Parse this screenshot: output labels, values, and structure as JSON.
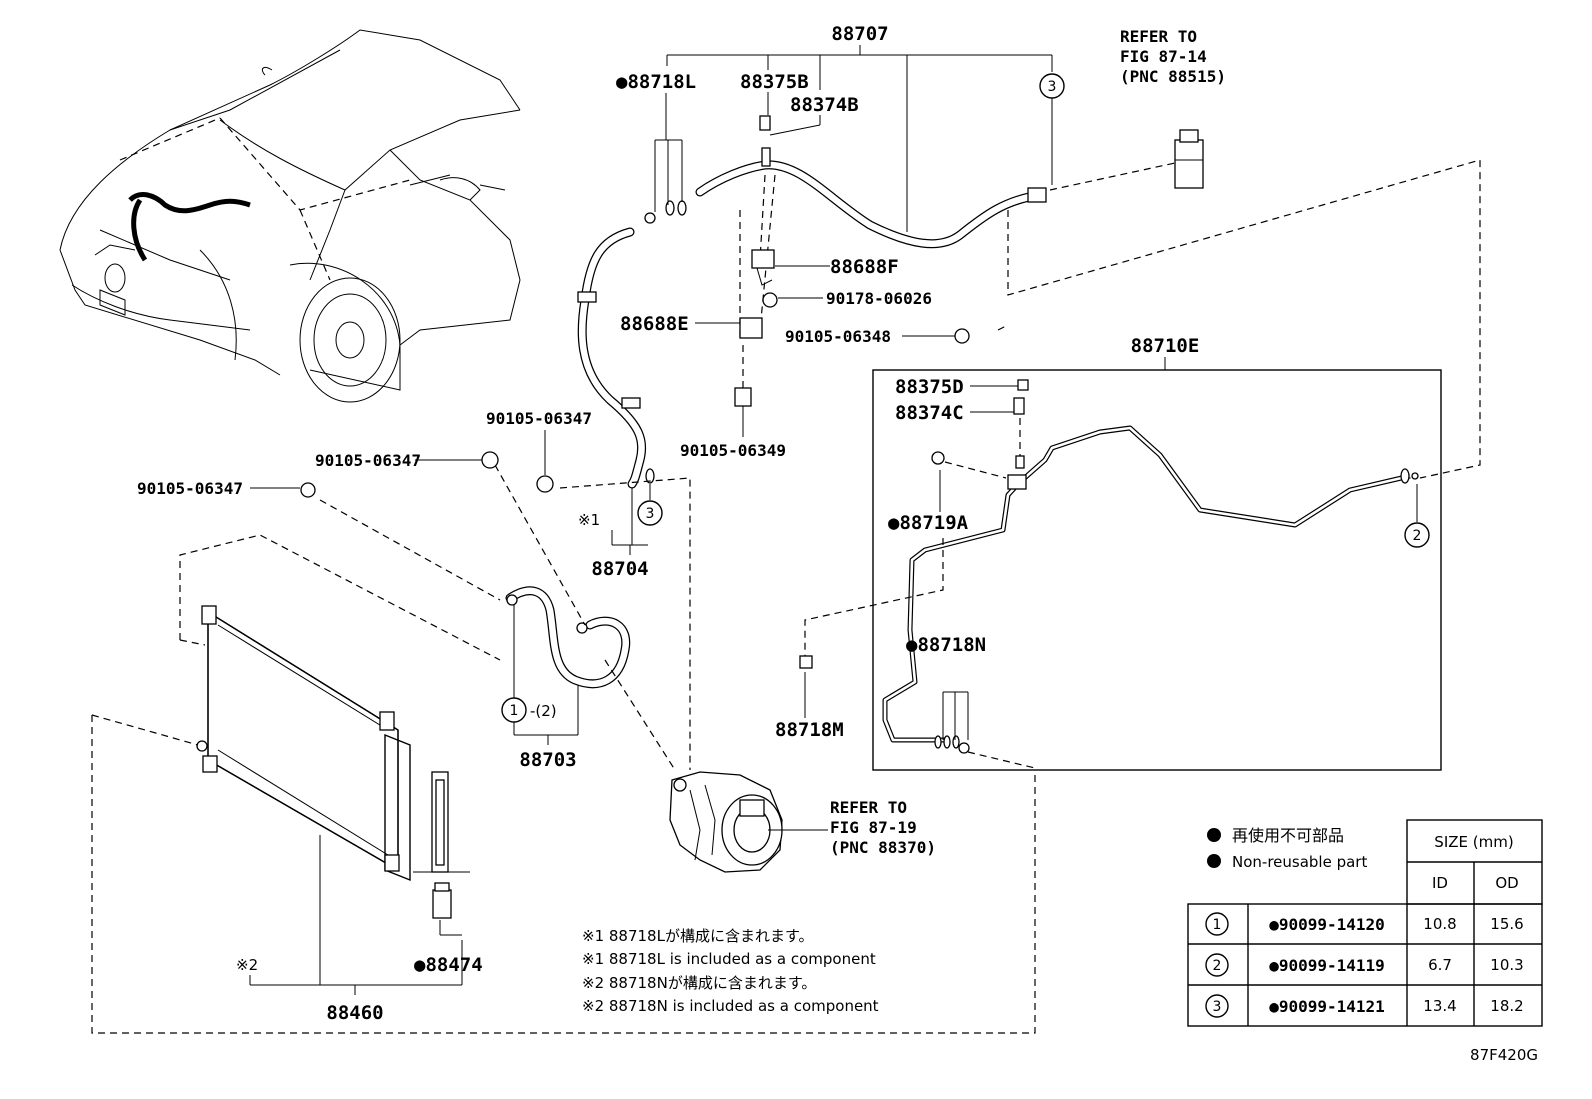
{
  "labels": {
    "p88707": "88707",
    "p88718L": "●88718L",
    "p88375B": "88375B",
    "p88374B": "88374B",
    "refer1": [
      "REFER TO",
      "FIG 87-14",
      "(PNC 88515)"
    ],
    "p88688F": "88688F",
    "p90178": "90178-06026",
    "p88688E": "88688E",
    "p90105_06348": "90105-06348",
    "p88710E": "88710E",
    "p88375D": "88375D",
    "p88374C": "88374C",
    "p88719A": "●88719A",
    "p88718N": "●88718N",
    "p88718M": "88718M",
    "p90105_06347_a": "90105-06347",
    "p90105_06347_b": "90105-06347",
    "p90105_06347_c": "90105-06347",
    "p90105_06349": "90105-06349",
    "mark1": "※1",
    "p88704": "88704",
    "p88703": "88703",
    "p88703_sub": "-(2)",
    "refer2": [
      "REFER TO",
      "FIG 87-19",
      "(PNC 88370)"
    ],
    "p88474": "●88474",
    "mark2": "※2",
    "p88460": "88460",
    "circle1": "1",
    "circle2": "2",
    "circle3": "3"
  },
  "notes": [
    "※1 88718Lが構成に含まれます。",
    "※1 88718L is included as a component",
    "※2 88718Nが構成に含まれます。",
    "※2 88718N is included as a component"
  ],
  "legend": {
    "line_jp": "再使用不可部品",
    "line_en": "Non-reusable part",
    "bullet": "●"
  },
  "size_table": {
    "header": "SIZE (mm)",
    "col_id": "ID",
    "col_od": "OD",
    "rows": [
      {
        "num": "1",
        "part": "●90099-14120",
        "id": "10.8",
        "od": "15.6"
      },
      {
        "num": "2",
        "part": "●90099-14119",
        "id": "6.7",
        "od": "10.3"
      },
      {
        "num": "3",
        "part": "●90099-14121",
        "id": "13.4",
        "od": "18.2"
      }
    ]
  },
  "figure_code": "87F420G"
}
